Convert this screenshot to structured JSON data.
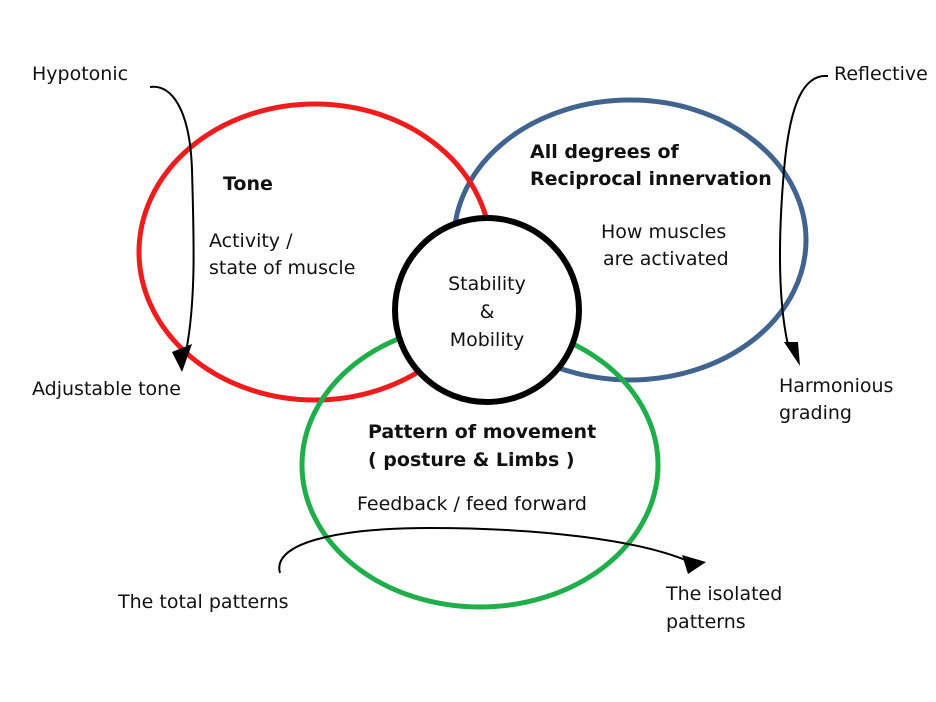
{
  "diagram": {
    "tone": {
      "title": "Tone",
      "line1": "Activity /",
      "line2": "state of muscle",
      "color": "#ee1c1c"
    },
    "reciprocal": {
      "title_line1": "All degrees of",
      "title_line2": "Reciprocal innervation",
      "line1": "How muscles",
      "line2": "are activated",
      "color": "#41648f"
    },
    "pattern": {
      "title_line1": "Pattern of movement",
      "title_line2": "( posture & Limbs )",
      "line1": "Feedback / feed forward",
      "color": "#1fae4a"
    },
    "center": {
      "line1": "Stability",
      "line2": "&",
      "line3": "Mobility",
      "color": "#000000"
    },
    "scales": {
      "hypotonic": "Hypotonic",
      "adjustable_tone": "Adjustable tone",
      "reflective": "Reflective",
      "harmonious_line1": "Harmonious",
      "harmonious_line2": "grading",
      "total_patterns": "The total patterns",
      "isolated_line1": "The isolated",
      "isolated_line2": "patterns"
    }
  }
}
